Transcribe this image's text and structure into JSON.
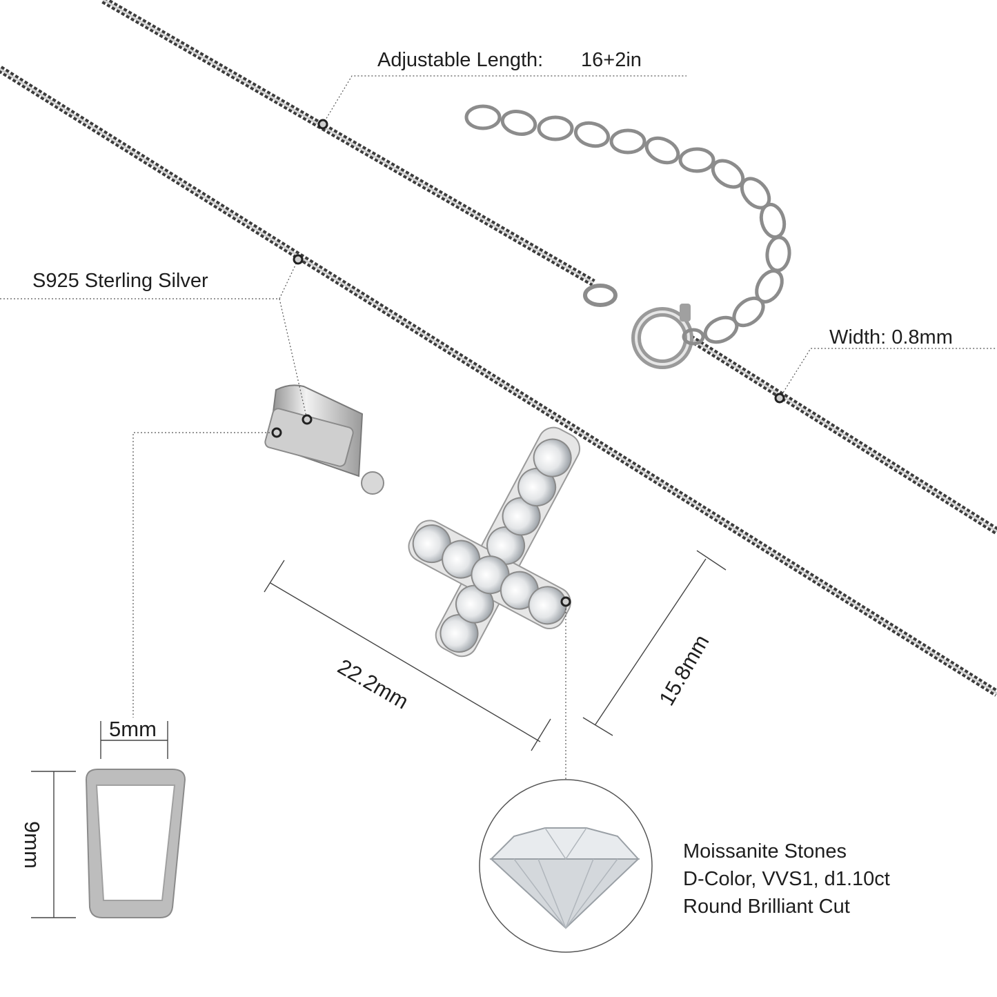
{
  "callouts": {
    "adjustable_length_label": "Adjustable Length:",
    "adjustable_length_value": "16+2in",
    "material": "S925 Sterling Silver",
    "width": "Width: 0.8mm"
  },
  "dimensions": {
    "cross_length": "22.2mm",
    "cross_width": "15.8mm",
    "bail_width": "5mm",
    "bail_height": "9mm"
  },
  "stone": {
    "line1": "Moissanite Stones",
    "line2": "D-Color, VVS1, d1.10ct",
    "line3": "Round Brilliant Cut"
  },
  "colors": {
    "metal": "#9a9a9a",
    "metal_dark": "#3a3a3a",
    "guide_line": "#555555",
    "text": "#1e1e1e"
  }
}
